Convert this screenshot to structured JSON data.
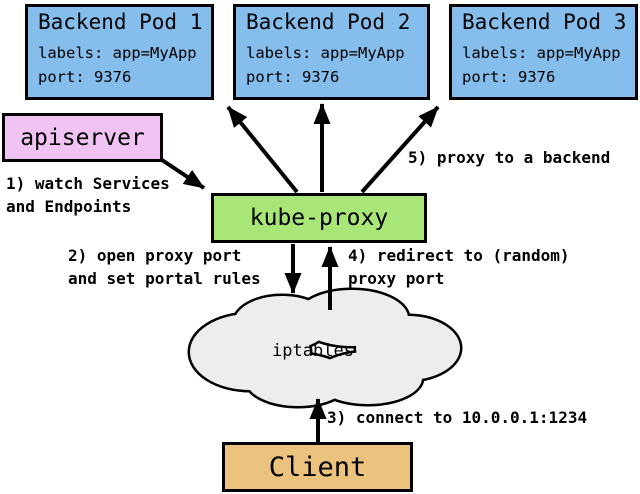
{
  "pods": [
    {
      "title": "Backend Pod 1",
      "labels": "labels: app=MyApp",
      "port": "port: 9376"
    },
    {
      "title": "Backend Pod 2",
      "labels": "labels: app=MyApp",
      "port": "port: 9376"
    },
    {
      "title": "Backend Pod 3",
      "labels": "labels: app=MyApp",
      "port": "port: 9376"
    }
  ],
  "nodes": {
    "apiserver": "apiserver",
    "kube_proxy": "kube-proxy",
    "iptables": "iptables",
    "client": "Client"
  },
  "annotations": {
    "step1": {
      "lines": [
        "1) watch Services",
        "and Endpoints"
      ]
    },
    "step2": {
      "lines": [
        "2) open proxy port",
        "and set portal rules"
      ]
    },
    "step3": {
      "lines": [
        "3) connect to 10.0.0.1:1234"
      ]
    },
    "step4": {
      "lines": [
        "4) redirect to (random)",
        "proxy port"
      ]
    },
    "step5": {
      "lines": [
        "5) proxy to a backend"
      ]
    }
  },
  "colors": {
    "pod_fill": "#85BDEC",
    "apiserver_fill": "#F0C3F2",
    "kube_proxy_fill": "#A8E678",
    "client_fill": "#EBC27E",
    "cloud_fill": "#EDEDED",
    "line": "#000000",
    "background": "#FFFFFF"
  }
}
